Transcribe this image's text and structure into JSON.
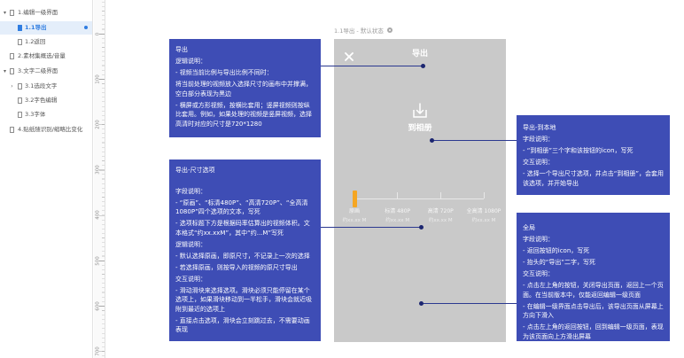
{
  "sidebar": {
    "pages": [
      {
        "label": "1.编辑一级界面",
        "expanded": true
      },
      {
        "label": "1.1导出",
        "selected": true
      },
      {
        "label": "1.2返回"
      },
      {
        "label": "2.素材集概选/音量"
      },
      {
        "label": "3.文字二级界面",
        "expanded": true
      },
      {
        "label": "3.1选段文字",
        "expanded": false
      },
      {
        "label": "3.2字色编辑"
      },
      {
        "label": "3.3字体"
      },
      {
        "label": "4.贴纸随识别/缩略比变化"
      }
    ]
  },
  "ruler": {
    "labels": [
      "0",
      "100",
      "200",
      "300",
      "400",
      "500",
      "600",
      "700"
    ]
  },
  "canvas": {
    "page_label": "1.1导出 - 默认状态",
    "page_label_icon": "page-settings-icon"
  },
  "phone": {
    "close_icon": "close-icon",
    "title": "导出",
    "save_icon": "download-icon",
    "save_label": "到相册",
    "size_options": [
      {
        "label": "原画",
        "size": "约xx.xx M"
      },
      {
        "label": "标清 480P",
        "size": "约xx.xx M"
      },
      {
        "label": "高清 720P",
        "size": "约xx.xx M"
      },
      {
        "label": "全高清 1080P",
        "size": "约xx.xx M"
      }
    ],
    "selected_index": 0
  },
  "annotations": {
    "export": {
      "title": "导出",
      "lines": [
        "逻辑说明：",
        "- 视频当前比例与导出比例不同时：",
        "将当前处理的视频放入选择尺寸的画布中并撑满，空白部分表现为黑边",
        "- 横屏或方形视频，按横比套用；竖屏视频则按纵比套用。例如，如果处理的视频是竖屏视频，选择高清时对应的尺寸是720*1280"
      ]
    },
    "size_options": {
      "title": "导出-尺寸选项",
      "lines": [
        "字段说明：",
        "- “原画”、“标清480P”、“高清720P”、“全高清1080P”四个选项的文本，写死",
        "- 选项标题下方是根据码率估算出的视频体积。文本格式“约xx.xxM”，其中“约...M”写死",
        "逻辑说明：",
        "- 默认选择原画，即原尺寸，不记录上一次的选择",
        "- 若选择原画，则按导入的视频的原尺寸导出",
        "交互说明：",
        "- 滑动滑块来选择选项。滑块必须只能停留在某个选项上，如果滑块移动到一半松手，滑块会就近吸附到最近的选项上",
        "- 直接点击选项，滑块会立刻跳过去，不需要动画表现"
      ]
    },
    "to_local": {
      "title": "导出-到本地",
      "lines": [
        "字段说明：",
        "- “到相册”三个字和该按钮的icon，写死",
        "交互说明：",
        "- 选择一个导出尺寸选项，并点击“到相册”，会套用该选项，并开始导出"
      ]
    },
    "global": {
      "title": "全局",
      "lines": [
        "字段说明：",
        "- 返回按钮的icon，写死",
        "- 抬头的“导出”二字，写死",
        "交互说明：",
        "- 点击左上角的按钮，关闭导出页面，返回上一个页面。在当前版本中，仅能返回编辑一级页面",
        "- 在编辑一级界面点击导出后，该导出页面从屏幕上方向下滑入",
        "- 点击左上角的返回按钮，回到编辑一级页面，表现为该页面向上方滑出屏幕"
      ]
    }
  },
  "colors": {
    "annotation_bg": "#3e4db5",
    "connector": "#2b3990",
    "slider_handle": "#f5a623",
    "selected_page": "#2f7de1",
    "phone_bg": "#c9c9c9"
  }
}
